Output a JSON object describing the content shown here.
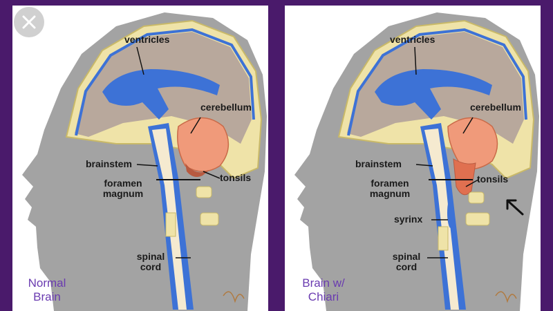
{
  "close": {
    "icon": "close-icon"
  },
  "panels": {
    "normal": {
      "caption": "Normal Brain",
      "labels": {
        "ventricles": "ventricles",
        "cerebellum": "cerebellum",
        "brainstem": "brainstem",
        "foramen": "foramen magnum",
        "tonsils": "tonsils",
        "spinal": "spinal cord"
      }
    },
    "chiari": {
      "caption": "Brain w/ Chiari",
      "labels": {
        "ventricles": "ventricles",
        "cerebellum": "cerebellum",
        "brainstem": "brainstem",
        "foramen": "foramen magnum",
        "tonsils": "tonsils",
        "syrinx": "syrinx",
        "spinal": "spinal cord"
      },
      "arrow_icon": "arrow-up-left-icon"
    }
  },
  "colors": {
    "background": "#4a1a6b",
    "head": "#a3a3a3",
    "skull": "#efe3a8",
    "brain": "#b8a89c",
    "ventricle": "#3d72d6",
    "cerebellum": "#f09a7a",
    "caption": "#6a3bb0"
  }
}
